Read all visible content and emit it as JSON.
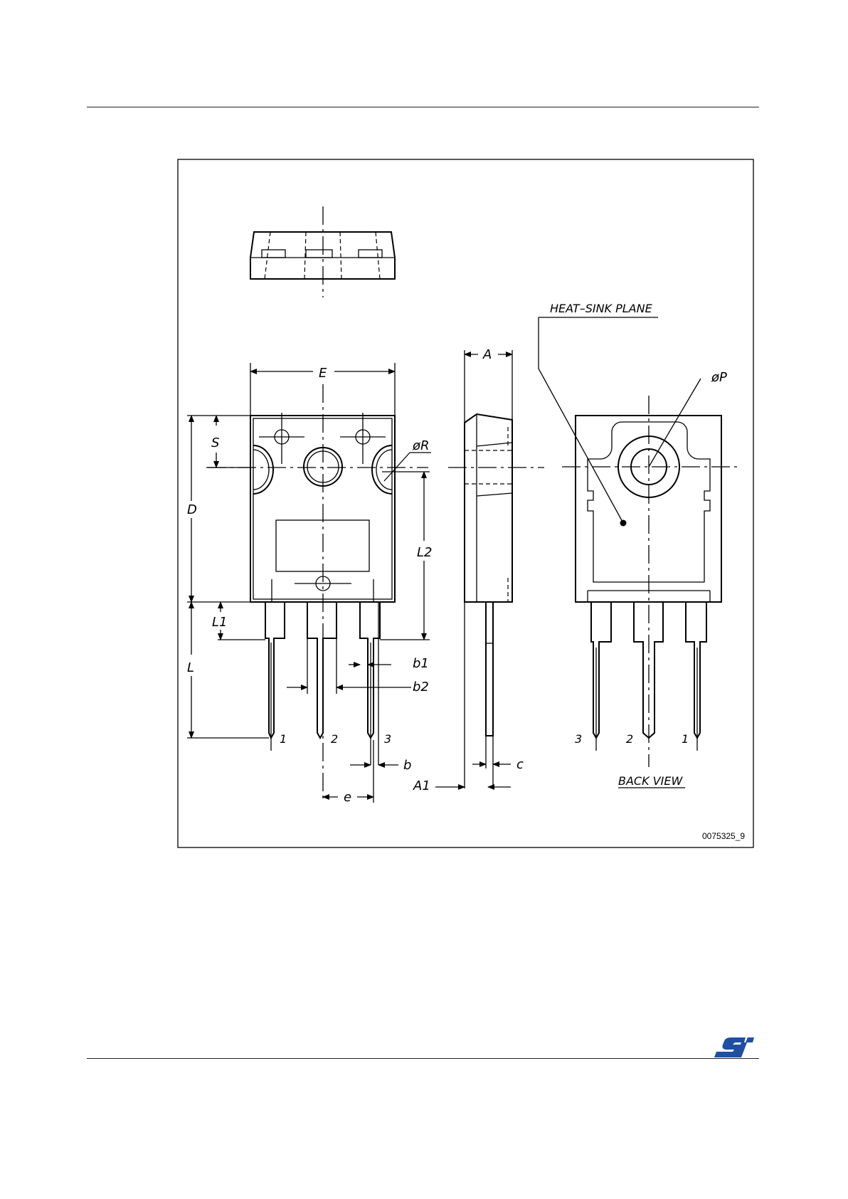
{
  "drawing": {
    "labels": {
      "E": "E",
      "A": "A",
      "S": "S",
      "D": "D",
      "R": "øR",
      "P": "øP",
      "L2": "L2",
      "L1": "L1",
      "L": "L",
      "b1": "b1",
      "b2": "b2",
      "b": "b",
      "c": "c",
      "A1": "A1",
      "e": "e"
    },
    "heat_sink_label": "HEAT–SINK PLANE",
    "back_view_label": "BACK VIEW",
    "front_pins": [
      "1",
      "2",
      "3"
    ],
    "back_pins": [
      "3",
      "2",
      "1"
    ],
    "figure_code": "0075325_9"
  },
  "logo": {
    "name": "st-logo",
    "color": "#1f4fa3"
  }
}
